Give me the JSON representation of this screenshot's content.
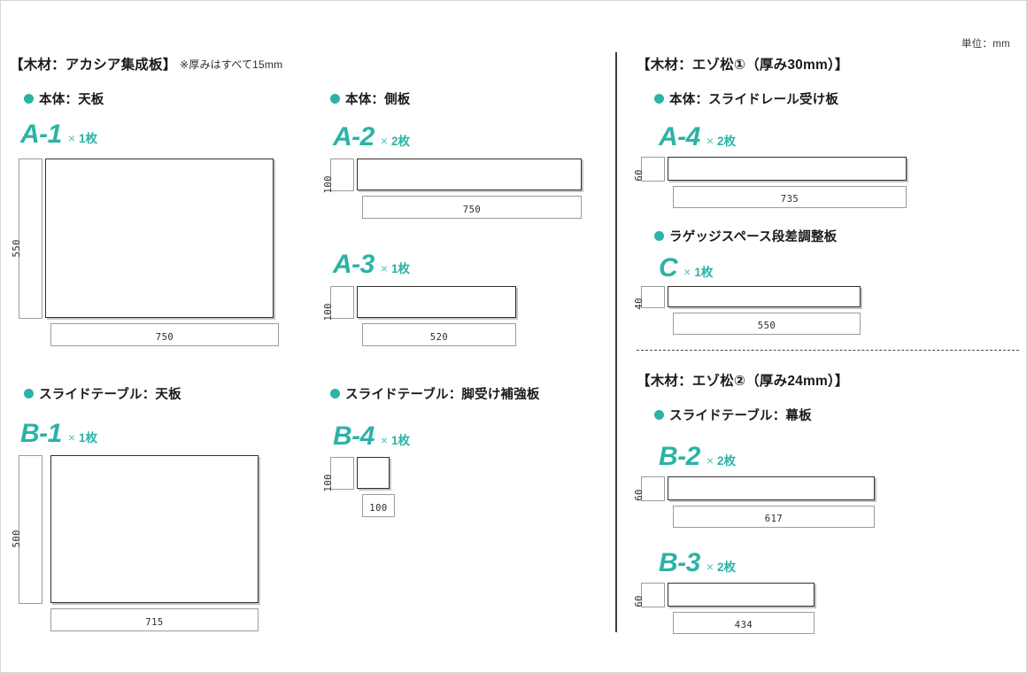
{
  "page": {
    "unit_note": "単位：mm",
    "accent_color": "#2bb3a5",
    "line_color": "#2f2f2f",
    "dim_line_color": "#9c9c9c"
  },
  "sections": [
    {
      "id": "acacia",
      "material_title": "【木材：アカシア集成板】",
      "thickness_note": "※厚みはすべて15mm",
      "parts": [
        {
          "id": "A-1",
          "heading": "本体：天板",
          "code": "A-1",
          "times": "×",
          "qty": "1枚",
          "width_label": "750",
          "height_label": "550"
        },
        {
          "id": "A-2",
          "heading": "本体：側板",
          "code": "A-2",
          "times": "×",
          "qty": "2枚",
          "width_label": "750",
          "height_label": "100"
        },
        {
          "id": "A-3",
          "heading": "",
          "code": "A-3",
          "times": "×",
          "qty": "1枚",
          "width_label": "520",
          "height_label": "100"
        },
        {
          "id": "B-1",
          "heading": "スライドテーブル：天板",
          "code": "B-1",
          "times": "×",
          "qty": "1枚",
          "width_label": "715",
          "height_label": "500"
        },
        {
          "id": "B-4",
          "heading": "スライドテーブル：脚受け補強板",
          "code": "B-4",
          "times": "×",
          "qty": "1枚",
          "width_label": "100",
          "height_label": "100"
        }
      ]
    },
    {
      "id": "ezomatsu1",
      "material_title": "【木材：エゾ松①（厚み30mm）】",
      "parts": [
        {
          "id": "A-4",
          "heading": "本体：スライドレール受け板",
          "code": "A-4",
          "times": "×",
          "qty": "2枚",
          "width_label": "735",
          "height_label": "60"
        },
        {
          "id": "C",
          "heading": "ラゲッジスペース段差調整板",
          "code": "C",
          "times": "×",
          "qty": "1枚",
          "width_label": "550",
          "height_label": "40"
        }
      ]
    },
    {
      "id": "ezomatsu2",
      "material_title": "【木材：エゾ松②（厚み24mm）】",
      "parts": [
        {
          "id": "B-2",
          "heading": "スライドテーブル：幕板",
          "code": "B-2",
          "times": "×",
          "qty": "2枚",
          "width_label": "617",
          "height_label": "60"
        },
        {
          "id": "B-3",
          "heading": "",
          "code": "B-3",
          "times": "×",
          "qty": "2枚",
          "width_label": "434",
          "height_label": "60"
        }
      ]
    }
  ]
}
